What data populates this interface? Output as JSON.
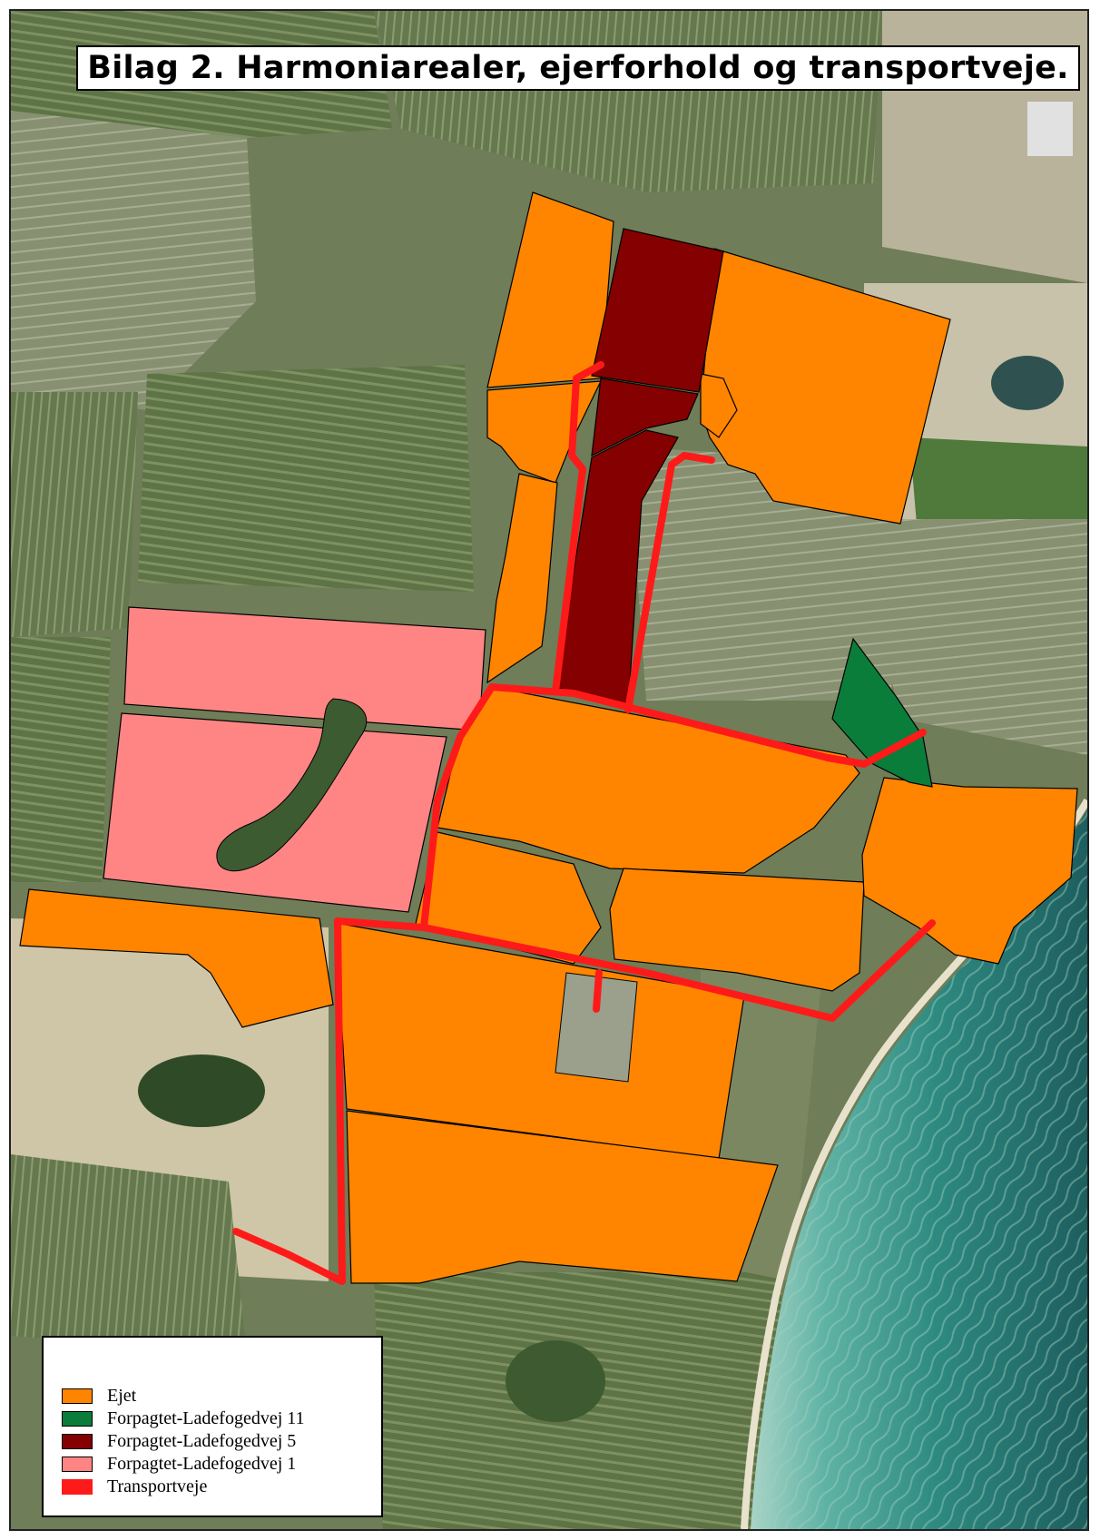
{
  "title": "Bilag 2. Harmoniarealer, ejerforhold og transportveje.",
  "colors": {
    "ejet": "#ff8500",
    "forpagtet_11": "#0a7d3b",
    "forpagtet_5": "#850000",
    "forpagtet_1": "#ff8585",
    "transportveje": "#ff1a1a",
    "sea": "#2f8a80"
  },
  "legend": {
    "items": [
      {
        "label": "Ejet",
        "color": "#ff8500",
        "symbol": "fill"
      },
      {
        "label": "Forpagtet-Ladefogedvej 11",
        "color": "#0a7d3b",
        "symbol": "fill"
      },
      {
        "label": "Forpagtet-Ladefogedvej 5",
        "color": "#850000",
        "symbol": "fill"
      },
      {
        "label": "Forpagtet-Ladefogedvej 1",
        "color": "#ff8585",
        "symbol": "fill"
      },
      {
        "label": "Transportveje",
        "color": "#ff1a1a",
        "symbol": "line"
      }
    ]
  }
}
